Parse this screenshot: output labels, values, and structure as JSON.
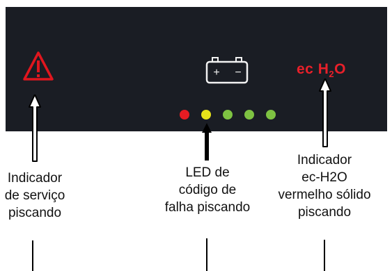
{
  "panel": {
    "background": "#1a1d24",
    "warning_icon": "warning-triangle-icon",
    "battery_icon": "battery-icon",
    "battery_glyphs": {
      "plus": "+",
      "minus": "−"
    },
    "ech2o_logo": {
      "main": "ec H",
      "sub": "2",
      "tail": "O"
    },
    "colors": {
      "warning": "#e0161e",
      "icon_white": "#f2f2f2",
      "logo_red": "#e8202a"
    },
    "leds": [
      {
        "color": "#e51c23"
      },
      {
        "color": "#e8e31a"
      },
      {
        "color": "#7ec242"
      },
      {
        "color": "#7ec242"
      },
      {
        "color": "#7ec242"
      }
    ]
  },
  "labels": {
    "service": "Indicador\nde serviço\npiscando",
    "fault_code": "LED de\ncódigo de\nfalha piscando",
    "ech2o": "Indicador\nec-H2O\nvermelho sólido\npiscando"
  }
}
